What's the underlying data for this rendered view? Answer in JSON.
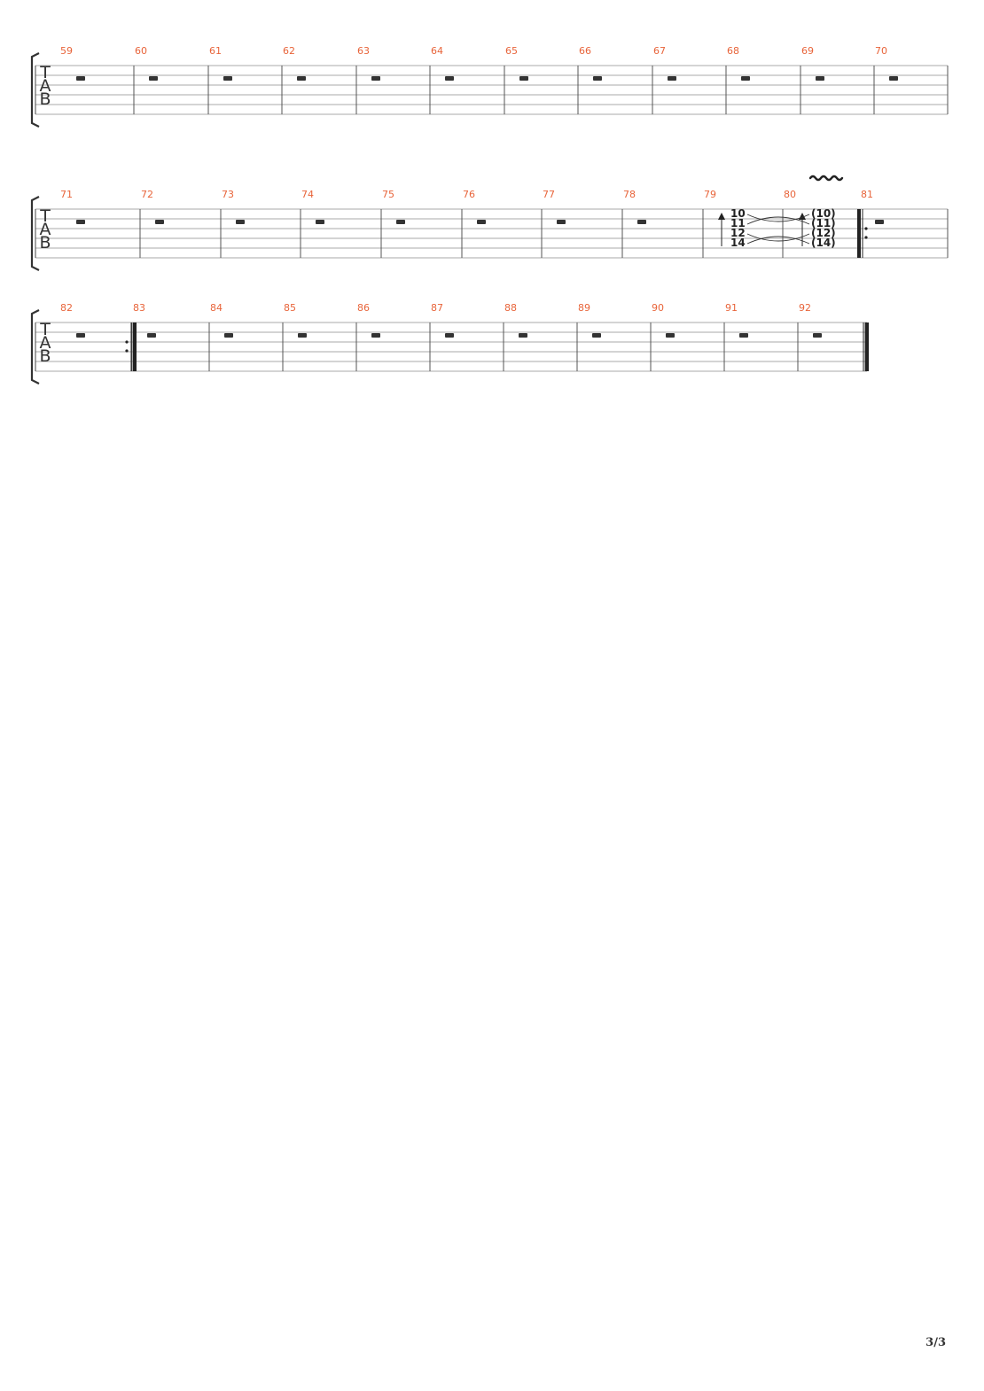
{
  "tab_letters": [
    "T",
    "A",
    "B"
  ],
  "systems": [
    {
      "measures": [
        "59",
        "60",
        "61",
        "62",
        "63",
        "64",
        "65",
        "66",
        "67",
        "68",
        "69",
        "70"
      ]
    },
    {
      "measures": [
        "71",
        "72",
        "73",
        "74",
        "75",
        "76",
        "77",
        "78",
        "79",
        "80",
        "81"
      ]
    },
    {
      "measures": [
        "82",
        "83",
        "84",
        "85",
        "86",
        "87",
        "88",
        "89",
        "90",
        "91",
        "92"
      ]
    }
  ],
  "chord_79": [
    "10",
    "11",
    "12",
    "14"
  ],
  "chord_80": [
    "(10)",
    "(11)",
    "(12)",
    "(14)"
  ],
  "page_number": "3/3"
}
